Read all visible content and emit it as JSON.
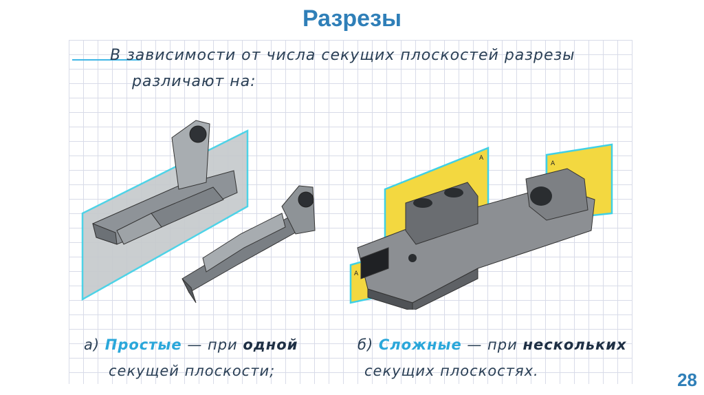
{
  "slide": {
    "title": "Разрезы",
    "page_number": "28"
  },
  "intro": {
    "line1": "В зависимости от числа секущих плоскостей разрезы",
    "line2": "различают  на:"
  },
  "captions": {
    "a": {
      "prefix": "а)",
      "term": "Простые",
      "dash": " — при ",
      "emphasis": "одной",
      "line2": "секущей плоскости;"
    },
    "b": {
      "prefix": "б)",
      "term": "Сложные",
      "dash": " — при ",
      "emphasis": "нескольких",
      "line2": "секущих плоскостях."
    }
  },
  "figures": {
    "plane_marker": "А"
  },
  "colors": {
    "title": "#2f7fb8",
    "accent": "#3fb6e6",
    "plane_yellow": "#f3d840",
    "plane_gray": "#bfc4c8"
  }
}
